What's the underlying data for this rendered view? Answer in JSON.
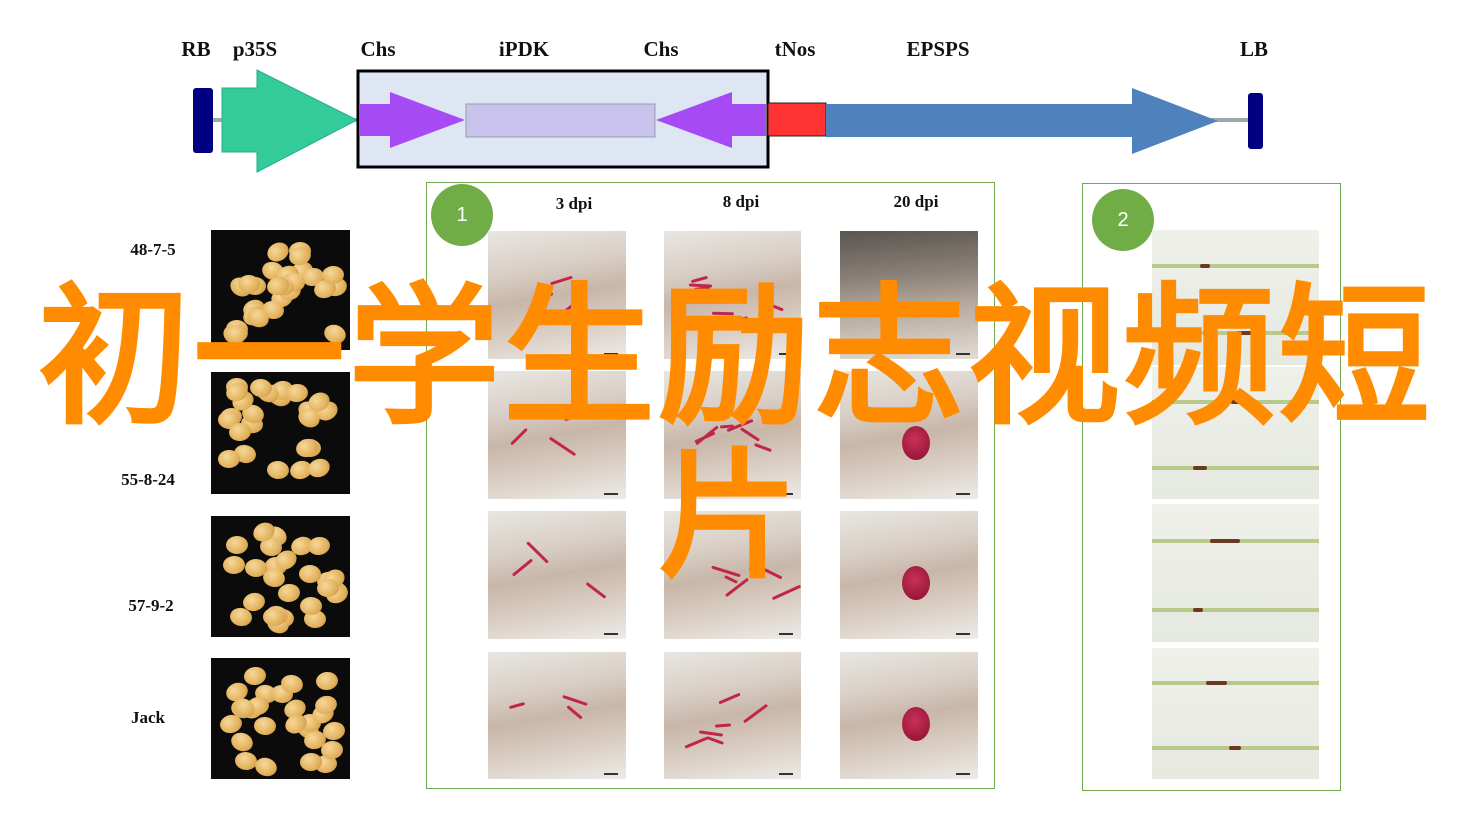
{
  "construct": {
    "labels": {
      "rb": "RB",
      "p35s": "p35S",
      "chs1": "Chs",
      "ipdk": "iPDK",
      "chs2": "Chs",
      "tnos": "tNos",
      "epsps": "EPSPS",
      "lb": "LB"
    },
    "colors": {
      "border": "#000080",
      "promoter": "#33cc99",
      "chs": "#a64bf4",
      "ipdk": "#c9c2ec",
      "terminator": "#ff3333",
      "epsps": "#4f81bd",
      "box": "#dde6f2"
    }
  },
  "seed_lines": [
    {
      "label": "48-7-5"
    },
    {
      "label": "55-8-24"
    },
    {
      "label": "57-9-2"
    },
    {
      "label": "Jack"
    }
  ],
  "panel1": {
    "badge": "1",
    "columns": [
      "3 dpi",
      "8 dpi",
      "20 dpi"
    ]
  },
  "panel2": {
    "badge": "2"
  },
  "overlay": {
    "line1": "初一学生励志视频短",
    "line2": "片",
    "color": "#ff8c00"
  }
}
